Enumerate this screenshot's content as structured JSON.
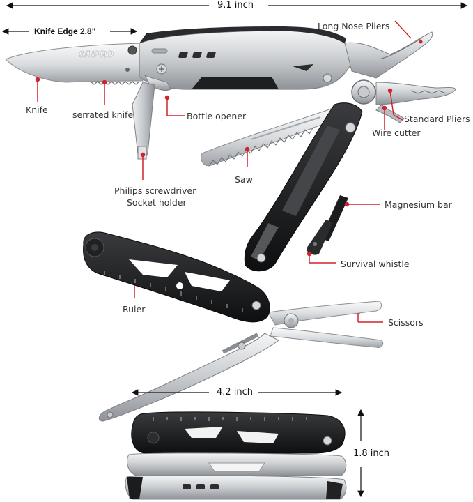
{
  "dimensions": {
    "overall_length": "9.1 inch",
    "knife_edge": "Knife Edge 2.8\"",
    "closed_length": "4.2 inch",
    "closed_height": "1.8 inch"
  },
  "brand": "SIUPRO",
  "labels": {
    "long_nose_pliers": "Long Nose Pliers",
    "knife": "Knife",
    "serrated_knife": "serrated knife",
    "bottle_opener": "Bottle opener",
    "standard_pliers": "Standard Pliers",
    "wire_cutter": "Wire cutter",
    "saw": "Saw",
    "philips_screwdriver": "Philips screwdriver",
    "socket_holder": "Socket holder",
    "magnesium_bar": "Magnesium bar",
    "survival_whistle": "Survival whistle",
    "ruler": "Ruler",
    "scissors": "Scissors"
  },
  "colors": {
    "pointer_red": "#d4202a",
    "steel_light": "#e3e5e7",
    "steel_mid": "#b7bbbf",
    "steel_dark": "#7d8186",
    "black_handle": "#1d1e20"
  }
}
